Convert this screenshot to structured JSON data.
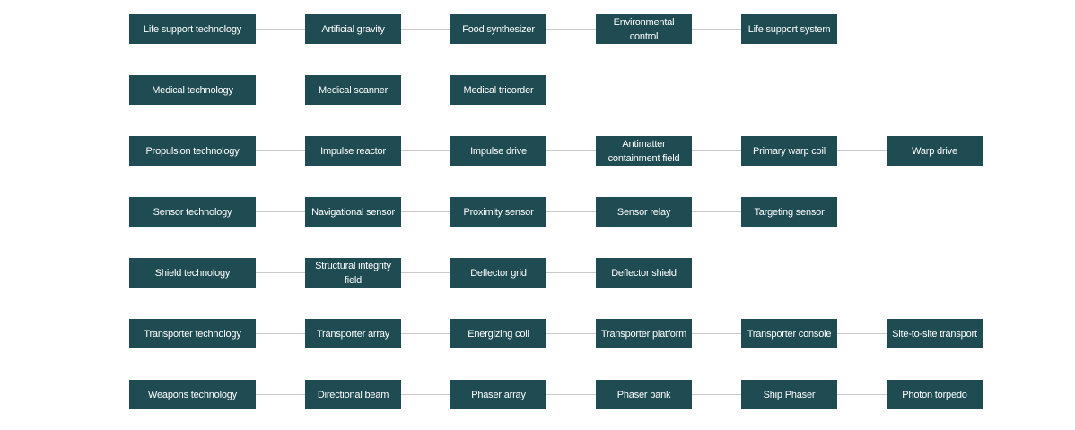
{
  "colors": {
    "node_fill": "#1f4b52",
    "node_text": "#ffffff",
    "connector": "#c9c9c9",
    "background": "#ffffff"
  },
  "rows": [
    {
      "root": "Life support technology",
      "items": [
        "Artificial gravity",
        "Food synthesizer",
        "Environmental control",
        "Life support system"
      ]
    },
    {
      "root": "Medical technology",
      "items": [
        "Medical scanner",
        "Medical tricorder"
      ]
    },
    {
      "root": "Propulsion technology",
      "items": [
        "Impulse reactor",
        "Impulse drive",
        "Antimatter containment field",
        "Primary warp coil",
        "Warp drive"
      ]
    },
    {
      "root": "Sensor technology",
      "items": [
        "Navigational sensor",
        "Proximity sensor",
        "Sensor relay",
        "Targeting sensor"
      ]
    },
    {
      "root": "Shield technology",
      "items": [
        "Structural integrity field",
        "Deflector grid",
        "Deflector shield"
      ]
    },
    {
      "root": "Transporter technology",
      "items": [
        "Transporter array",
        "Energizing coil",
        "Transporter platform",
        "Transporter console",
        "Site-to-site transport"
      ]
    },
    {
      "root": "Weapons technology",
      "items": [
        "Directional beam",
        "Phaser array",
        "Phaser bank",
        "Ship Phaser",
        "Photon torpedo"
      ]
    }
  ]
}
